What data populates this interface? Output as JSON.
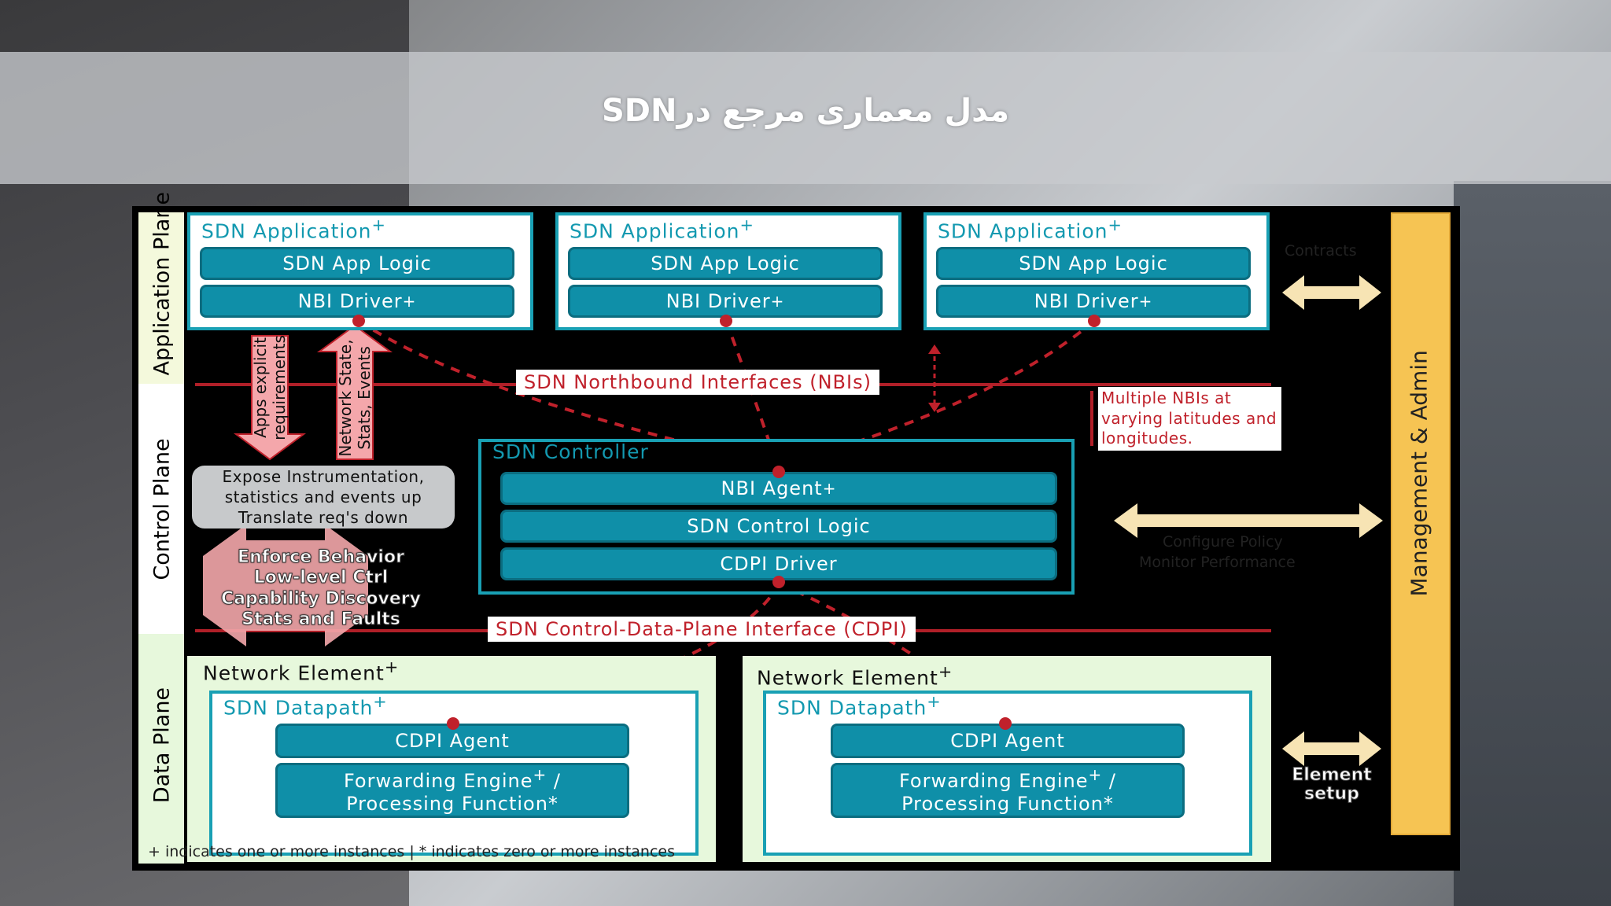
{
  "title": "مدل معماری مرجع درSDN",
  "planes": {
    "application": "Application Plane",
    "control": "Control Plane",
    "data": "Data Plane"
  },
  "apps": [
    {
      "title": "SDN Application",
      "sup": "+",
      "logic": "SDN App Logic",
      "driver": "NBI Driver",
      "driver_sup": "+"
    },
    {
      "title": "SDN Application",
      "sup": "+",
      "logic": "SDN App Logic",
      "driver": "NBI Driver",
      "driver_sup": "+"
    },
    {
      "title": "SDN Application",
      "sup": "+",
      "logic": "SDN App Logic",
      "driver": "NBI Driver",
      "driver_sup": "+"
    }
  ],
  "nbi_label": "SDN Northbound Interfaces (NBIs)",
  "nbi_note": "Multiple NBIs at varying latitudes and longitudes.",
  "arrows": {
    "down_text_1": "Apps explicit",
    "down_text_2": "requirements",
    "up_text_1": "Network State,",
    "up_text_2": "Stats, Events"
  },
  "expose_box": [
    "Expose Instrumentation,",
    "statistics and events up",
    "Translate req's down"
  ],
  "enforce_lines": [
    "Enforce Behavior",
    "Low-level Ctrl",
    "Capability Discovery",
    "Stats and Faults"
  ],
  "controller": {
    "title": "SDN Controller",
    "agent": "NBI Agent",
    "agent_sup": "+",
    "logic": "SDN Control Logic",
    "driver": "CDPI Driver"
  },
  "cdpi_label": "SDN Control-Data-Plane Interface (CDPI)",
  "network_elements": [
    {
      "title": "Network Element",
      "sup": "+",
      "datapath": "SDN Datapath",
      "dp_sup": "+",
      "agent": "CDPI Agent",
      "engine_1": "Forwarding Engine",
      "engine_sup": "+",
      "engine_2": "/",
      "engine_3": "Processing Function*"
    },
    {
      "title": "Network Element",
      "sup": "+",
      "datapath": "SDN Datapath",
      "dp_sup": "+",
      "agent": "CDPI Agent",
      "engine_1": "Forwarding Engine",
      "engine_sup": "+",
      "engine_2": "/",
      "engine_3": "Processing Function*"
    }
  ],
  "management": "Management & Admin",
  "element_setup": [
    "Element",
    "setup"
  ],
  "faint_texts": {
    "contracts": "Contracts",
    "config_policy": "Configure Policy",
    "monitor_perf": "Monitor Performance",
    "footnote": "+ indicates one or more instances  |  * indicates zero or more instances"
  },
  "colors": {
    "teal": "#0f8fa8",
    "accent_red": "#c0212b",
    "mgmt_yellow": "#f6c453",
    "arrow_cream": "#f7e4b4"
  }
}
